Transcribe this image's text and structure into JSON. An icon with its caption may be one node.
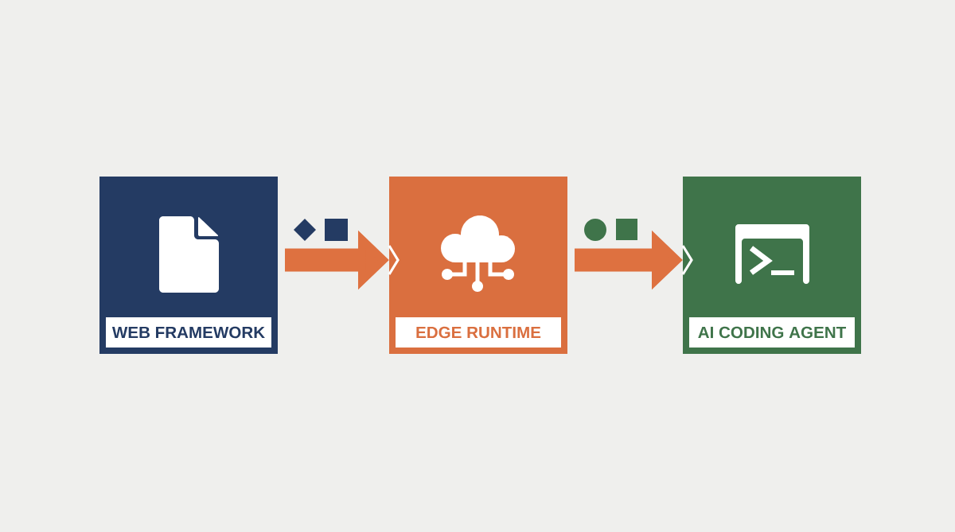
{
  "diagram": {
    "nodes": [
      {
        "text": [
          "WEB FRAMEWORK"
        ]
      },
      {
        "text": [
          "EDGE RUNTIME"
        ]
      },
      {
        "text": [
          "AI CODING AGENT"
        ]
      }
    ],
    "edges": [
      {
        "from": 0,
        "to": 1,
        "arrow": "to"
      },
      {
        "from": 1,
        "to": 2,
        "arrow": "to"
      }
    ]
  }
}
